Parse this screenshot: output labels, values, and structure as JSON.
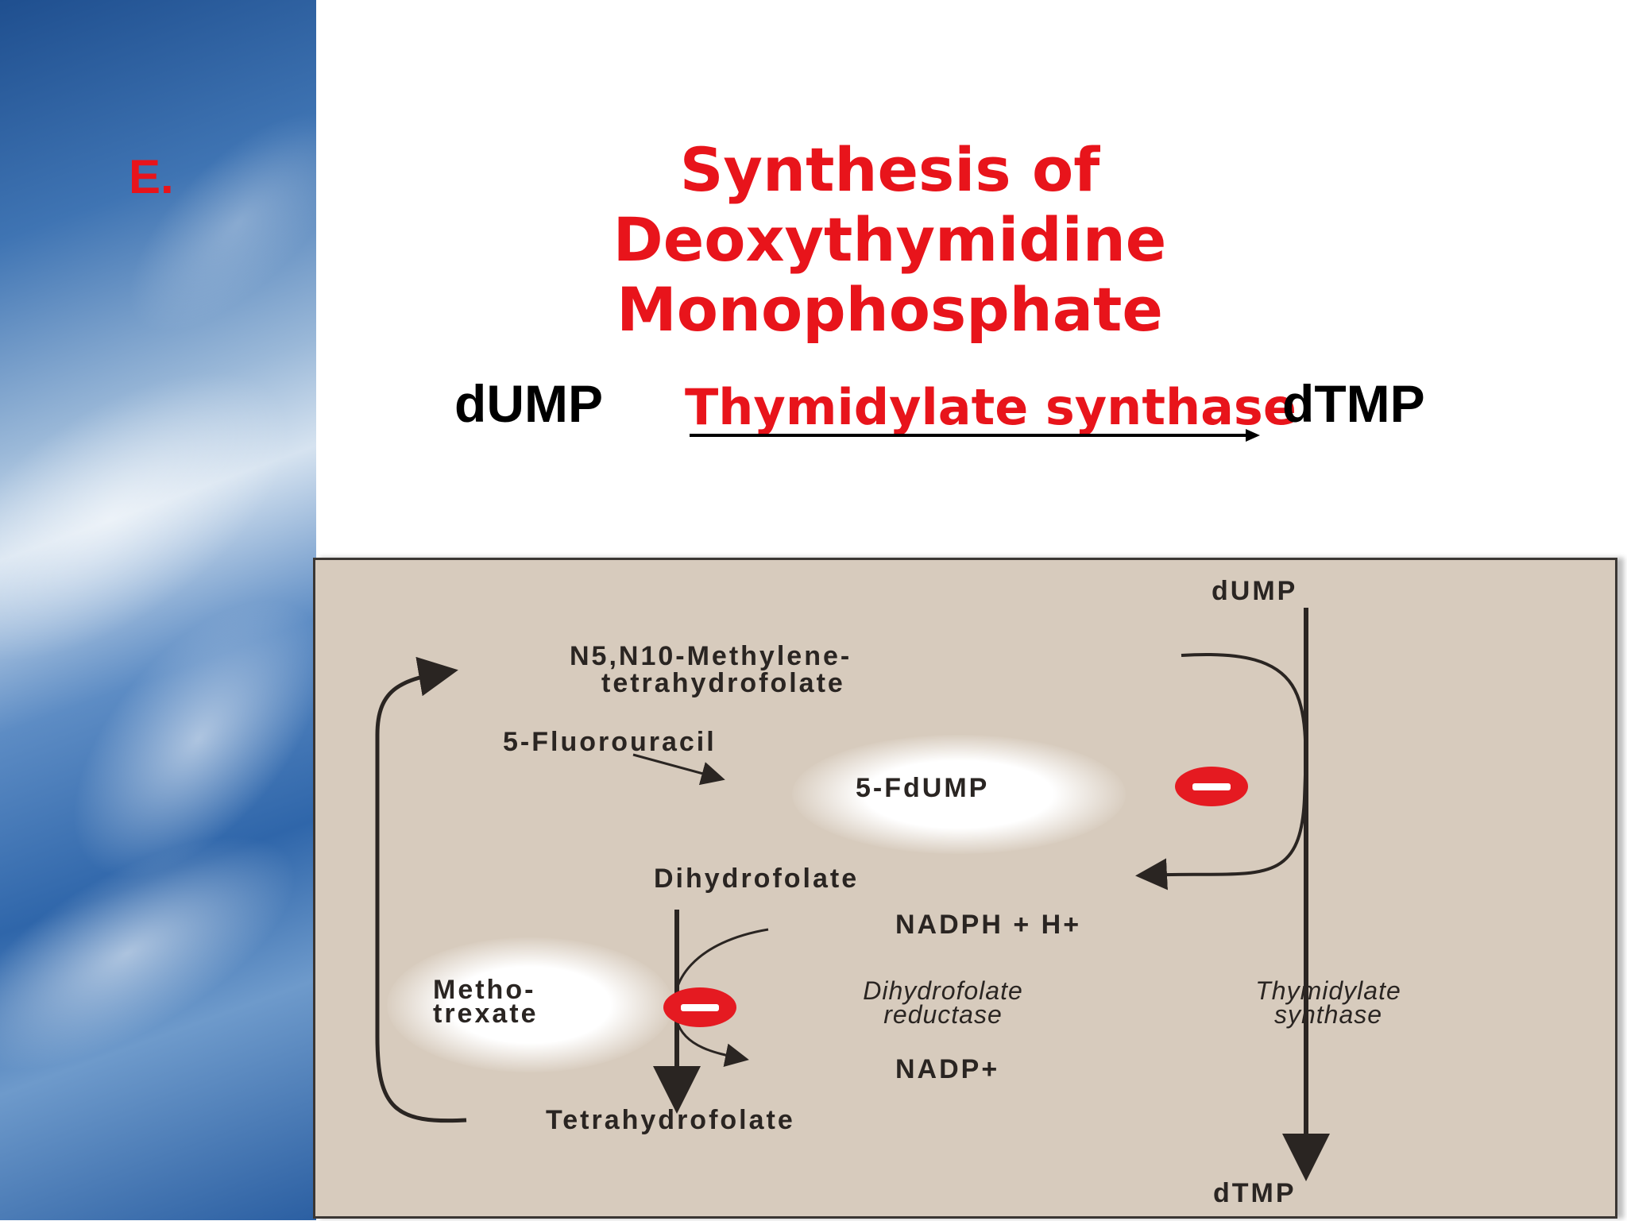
{
  "slide": {
    "section_letter": "E.",
    "title": "Synthesis of Deoxythymidine Monophosphate",
    "reaction": {
      "substrate": "dUMP",
      "enzyme": "Thymidylate synthase",
      "product": "dTMP"
    }
  },
  "diagram": {
    "top_substrate": "dUMP",
    "bottom_product": "dTMP",
    "methylene_thf_line1": "N5,N10-Methylene-",
    "methylene_thf_line2": "tetrahydrofolate",
    "fluorouracil": "5-Fluorouracil",
    "fdump": "5-FdUMP",
    "dihydrofolate": "Dihydrofolate",
    "nadph": "NADPH + H+",
    "dhfr_line1": "Dihydrofolate",
    "dhfr_line2": "reductase",
    "ts_line1": "Thymidylate",
    "ts_line2": "synthase",
    "methotrexate_line1": "Metho-",
    "methotrexate_line2": "trexate",
    "nadp": "NADP+",
    "tetrahydrofolate": "Tetrahydrofolate",
    "inhibitor_color": "#e51a21",
    "background_color": "#d7cbbd"
  }
}
